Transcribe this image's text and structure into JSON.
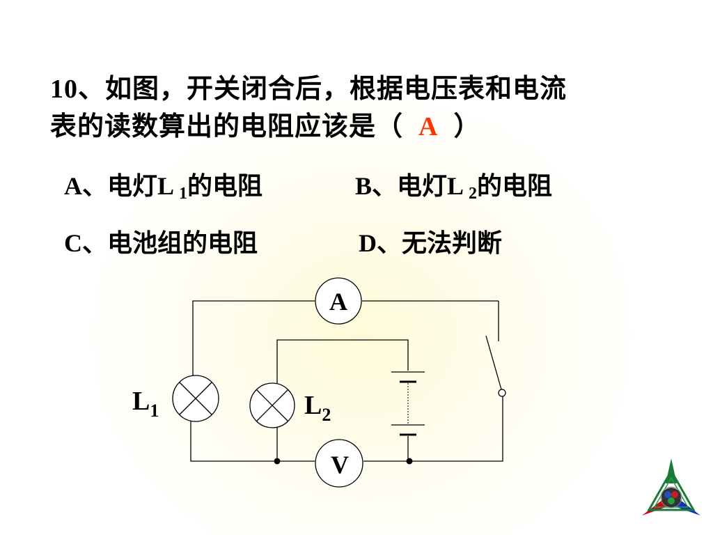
{
  "question": {
    "number": "10",
    "line1": "10、如图，开关闭合后，根据电压表和电流",
    "line2_prefix": "表的读数算出的电阻应该是（",
    "answer": "A",
    "line2_suffix": "）"
  },
  "options": {
    "a_prefix": "A、电灯L ",
    "a_sub": "1",
    "a_suffix": "的电阻",
    "b_prefix": "B、电灯L ",
    "b_sub": "2",
    "b_suffix": "的电阻",
    "c": "C、电池组的电阻",
    "d": "D、无法判断"
  },
  "circuit": {
    "ammeter_label": "A",
    "voltmeter_label": "V",
    "lamp1_label": "L",
    "lamp1_sub": "1",
    "lamp2_label": "L",
    "lamp2_sub": "2"
  },
  "colors": {
    "answer": "#ff3300",
    "text": "#000000"
  },
  "icons": {
    "logo": "triangle-star-logo-icon"
  }
}
